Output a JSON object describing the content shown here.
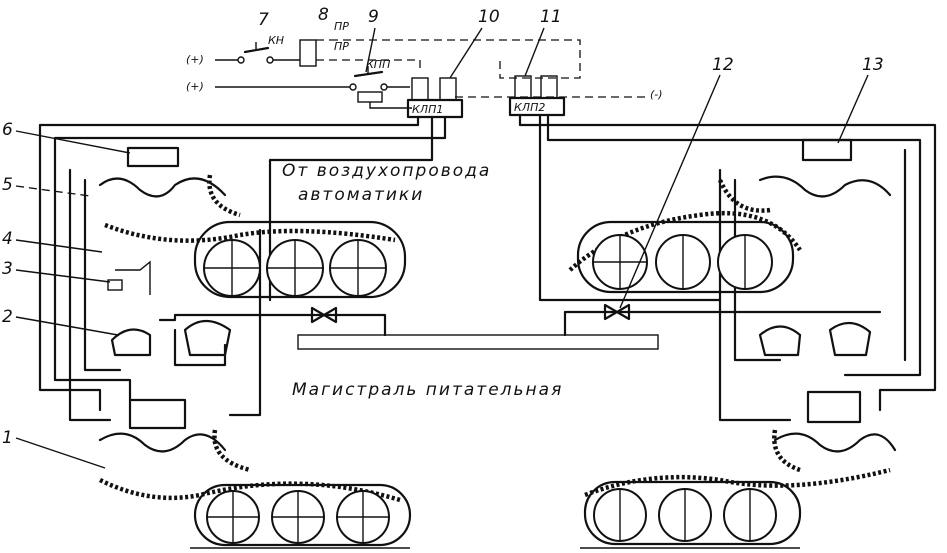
{
  "labels": {
    "n1": "1",
    "n2": "2",
    "n3": "3",
    "n4": "4",
    "n5": "5",
    "n6": "6",
    "n7": "7",
    "n8": "8",
    "n9": "9",
    "n10": "10",
    "n11": "11",
    "n12": "12",
    "n13": "13"
  },
  "terminals": {
    "plus_top": "(+)",
    "plus_bottom": "(+)",
    "minus": "(-)"
  },
  "switches": {
    "kn": "КН",
    "pr1": "ПР",
    "pr2": "ПР",
    "kpp": "КПП"
  },
  "valves": {
    "klp1": "КЛП1",
    "klp2": "КЛП2"
  },
  "captions": {
    "air_line1": "От воздухопровода",
    "air_line2": "автоматики",
    "main_line": "Магистраль питательная"
  }
}
